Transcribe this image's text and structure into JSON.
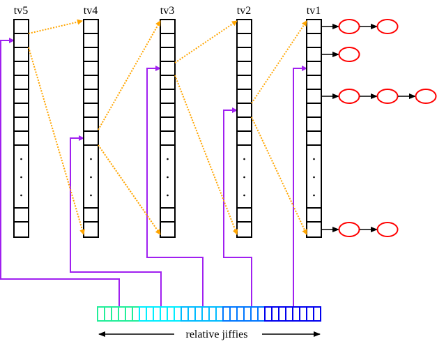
{
  "title": "Timer wheel vectors",
  "vectors": [
    {
      "label": "tv5"
    },
    {
      "label": "tv4"
    },
    {
      "label": "tv3"
    },
    {
      "label": "tv2"
    },
    {
      "label": "tv1"
    }
  ],
  "timer_lists": [
    {
      "slot": 0,
      "count": 2
    },
    {
      "slot": 2,
      "count": 1
    },
    {
      "slot": 5,
      "count": 3
    },
    {
      "slot": "last",
      "count": 2
    }
  ],
  "axis_label": "relative jiffies",
  "colors": {
    "cascade": "#ffa500",
    "index": "#a020f0",
    "timer": "#ff0000",
    "bar": [
      "#22ee99",
      "#00eeff",
      "#00bbff",
      "#0077ff",
      "#0000ee"
    ]
  }
}
